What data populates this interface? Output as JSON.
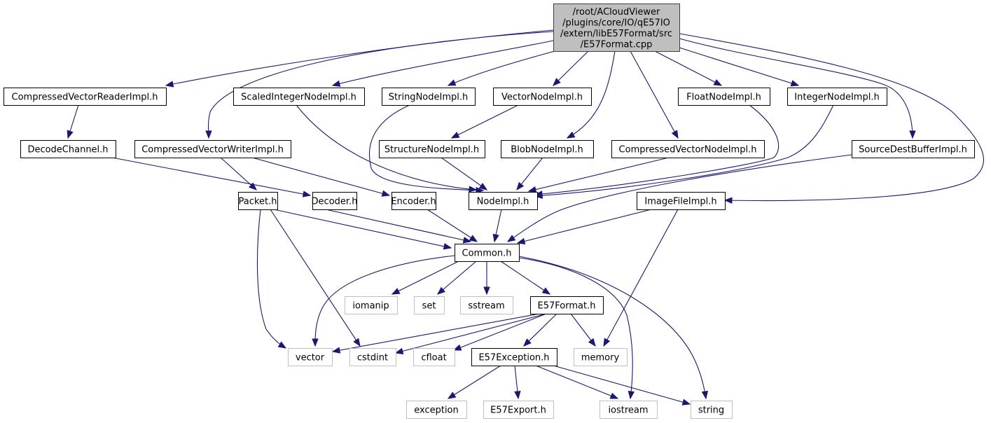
{
  "diagram": {
    "title": "Include dependency graph for E57Format.cpp",
    "colors": {
      "edge": "#191970",
      "root_fill": "#bfbfbf",
      "root_border": "#404040",
      "node_fill": "#ffffff",
      "node_border": "#000000",
      "system_border": "#bfbfbf"
    },
    "nodes": [
      {
        "id": "root",
        "label_lines": [
          "/root/ACloudViewer",
          "/plugins/core/IO/qE57IO",
          "/extern/libE57Format/src",
          "/E57Format.cpp"
        ],
        "kind": "root"
      },
      {
        "id": "CompressedVectorReaderImpl",
        "label": "CompressedVectorReaderImpl.h",
        "kind": "header"
      },
      {
        "id": "ScaledIntegerNodeImpl",
        "label": "ScaledIntegerNodeImpl.h",
        "kind": "header"
      },
      {
        "id": "StringNodeImpl",
        "label": "StringNodeImpl.h",
        "kind": "header"
      },
      {
        "id": "VectorNodeImpl",
        "label": "VectorNodeImpl.h",
        "kind": "header"
      },
      {
        "id": "FloatNodeImpl",
        "label": "FloatNodeImpl.h",
        "kind": "header"
      },
      {
        "id": "IntegerNodeImpl",
        "label": "IntegerNodeImpl.h",
        "kind": "header"
      },
      {
        "id": "DecodeChannel",
        "label": "DecodeChannel.h",
        "kind": "header"
      },
      {
        "id": "CompressedVectorWriterImpl",
        "label": "CompressedVectorWriterImpl.h",
        "kind": "header"
      },
      {
        "id": "StructureNodeImpl",
        "label": "StructureNodeImpl.h",
        "kind": "header"
      },
      {
        "id": "BlobNodeImpl",
        "label": "BlobNodeImpl.h",
        "kind": "header"
      },
      {
        "id": "CompressedVectorNodeImpl",
        "label": "CompressedVectorNodeImpl.h",
        "kind": "header"
      },
      {
        "id": "SourceDestBufferImpl",
        "label": "SourceDestBufferImpl.h",
        "kind": "header"
      },
      {
        "id": "Packet",
        "label": "Packet.h",
        "kind": "header"
      },
      {
        "id": "Decoder",
        "label": "Decoder.h",
        "kind": "header"
      },
      {
        "id": "Encoder",
        "label": "Encoder.h",
        "kind": "header"
      },
      {
        "id": "NodeImpl",
        "label": "NodeImpl.h",
        "kind": "header"
      },
      {
        "id": "ImageFileImpl",
        "label": "ImageFileImpl.h",
        "kind": "header"
      },
      {
        "id": "Common",
        "label": "Common.h",
        "kind": "header"
      },
      {
        "id": "iomanip",
        "label": "iomanip",
        "kind": "system"
      },
      {
        "id": "set",
        "label": "set",
        "kind": "system"
      },
      {
        "id": "sstream",
        "label": "sstream",
        "kind": "system"
      },
      {
        "id": "E57Format",
        "label": "E57Format.h",
        "kind": "header"
      },
      {
        "id": "vector",
        "label": "vector",
        "kind": "system"
      },
      {
        "id": "cstdint",
        "label": "cstdint",
        "kind": "system"
      },
      {
        "id": "cfloat",
        "label": "cfloat",
        "kind": "system"
      },
      {
        "id": "E57Exception",
        "label": "E57Exception.h",
        "kind": "header"
      },
      {
        "id": "memory",
        "label": "memory",
        "kind": "system"
      },
      {
        "id": "exception",
        "label": "exception",
        "kind": "system"
      },
      {
        "id": "E57Export",
        "label": "E57Export.h",
        "kind": "system"
      },
      {
        "id": "iostream",
        "label": "iostream",
        "kind": "system"
      },
      {
        "id": "string",
        "label": "string",
        "kind": "system"
      }
    ],
    "edges": [
      [
        "root",
        "CompressedVectorReaderImpl"
      ],
      [
        "root",
        "CompressedVectorWriterImpl"
      ],
      [
        "root",
        "ScaledIntegerNodeImpl"
      ],
      [
        "root",
        "StringNodeImpl"
      ],
      [
        "root",
        "VectorNodeImpl"
      ],
      [
        "root",
        "BlobNodeImpl"
      ],
      [
        "root",
        "CompressedVectorNodeImpl"
      ],
      [
        "root",
        "FloatNodeImpl"
      ],
      [
        "root",
        "IntegerNodeImpl"
      ],
      [
        "root",
        "SourceDestBufferImpl"
      ],
      [
        "root",
        "ImageFileImpl"
      ],
      [
        "CompressedVectorReaderImpl",
        "DecodeChannel"
      ],
      [
        "DecodeChannel",
        "Decoder"
      ],
      [
        "CompressedVectorWriterImpl",
        "Packet"
      ],
      [
        "CompressedVectorWriterImpl",
        "Encoder"
      ],
      [
        "ScaledIntegerNodeImpl",
        "NodeImpl"
      ],
      [
        "StringNodeImpl",
        "NodeImpl"
      ],
      [
        "VectorNodeImpl",
        "StructureNodeImpl"
      ],
      [
        "StructureNodeImpl",
        "NodeImpl"
      ],
      [
        "BlobNodeImpl",
        "NodeImpl"
      ],
      [
        "CompressedVectorNodeImpl",
        "NodeImpl"
      ],
      [
        "FloatNodeImpl",
        "NodeImpl"
      ],
      [
        "IntegerNodeImpl",
        "NodeImpl"
      ],
      [
        "SourceDestBufferImpl",
        "Common"
      ],
      [
        "Packet",
        "Common"
      ],
      [
        "Packet",
        "vector"
      ],
      [
        "Packet",
        "cstdint"
      ],
      [
        "Decoder",
        "Common"
      ],
      [
        "Encoder",
        "Common"
      ],
      [
        "NodeImpl",
        "Common"
      ],
      [
        "ImageFileImpl",
        "Common"
      ],
      [
        "ImageFileImpl",
        "memory"
      ],
      [
        "Common",
        "vector"
      ],
      [
        "Common",
        "iomanip"
      ],
      [
        "Common",
        "set"
      ],
      [
        "Common",
        "sstream"
      ],
      [
        "Common",
        "E57Format"
      ],
      [
        "Common",
        "iostream"
      ],
      [
        "Common",
        "string"
      ],
      [
        "E57Format",
        "vector"
      ],
      [
        "E57Format",
        "cstdint"
      ],
      [
        "E57Format",
        "cfloat"
      ],
      [
        "E57Format",
        "E57Exception"
      ],
      [
        "E57Format",
        "memory"
      ],
      [
        "E57Exception",
        "exception"
      ],
      [
        "E57Exception",
        "E57Export"
      ],
      [
        "E57Exception",
        "iostream"
      ],
      [
        "E57Exception",
        "string"
      ]
    ]
  }
}
